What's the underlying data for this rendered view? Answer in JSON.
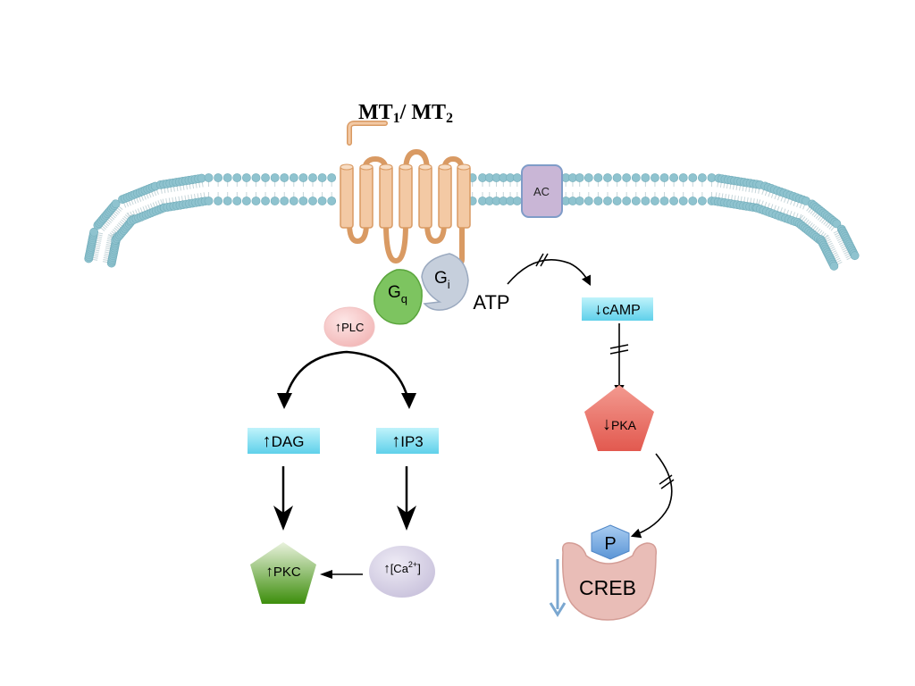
{
  "receptor": {
    "part1": "MT",
    "sub1": "1",
    "sep": "/ ",
    "part2": "MT",
    "sub2": "2"
  },
  "enzyme_ac": "AC",
  "g_q": {
    "base": "G",
    "sub": "q"
  },
  "g_i": {
    "base": "G",
    "sub": "i"
  },
  "plc": {
    "arrow": "↑",
    "label": "PLC"
  },
  "atp": "ATP",
  "camp": {
    "arrow": "↓",
    "label": "cAMP"
  },
  "pka": {
    "arrow": "↓",
    "label": "PKA"
  },
  "dag": {
    "arrow": "↑",
    "label": "DAG"
  },
  "ip3": {
    "arrow": "↑",
    "label": "IP3"
  },
  "pkc": {
    "arrow": "↑",
    "label": "PKC"
  },
  "calcium": {
    "arrow": "↑",
    "label": "[Ca",
    "sup": "2+",
    "close": "]"
  },
  "phospho": "P",
  "creb": "CREB",
  "colors": {
    "membrane_head": "#8fc3cf",
    "receptor_fill": "#f3c9a4",
    "receptor_stroke": "#d99a63",
    "ac_fill": "#c9b6d6",
    "gq_fill": "#7dc460",
    "gi_fill": "#c6cfdc",
    "plc_fill": "#f6cfcf",
    "box_fill": "#8fe3f2",
    "pka_fill": "#ea7268",
    "pkc_fill": "#3f9a12",
    "ca_fill": "#d8d3e6",
    "creb_fill": "#e9bdb7",
    "p_fill": "#6fa6de",
    "down_arrow": "#7aa7d0"
  }
}
